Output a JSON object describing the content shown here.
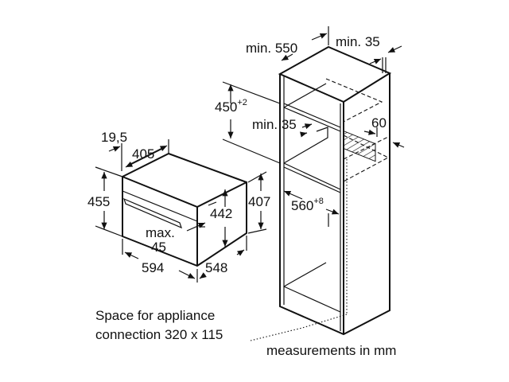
{
  "oven": {
    "depth_offset": "19,5",
    "depth_top": "405",
    "height": "455",
    "inner_height": "442",
    "side_height": "407",
    "door_label_1": "max.",
    "door_label_2": "45",
    "width": "594",
    "depth": "548"
  },
  "cabinet": {
    "min_depth": "min. 550",
    "min_wall_gap": "min. 35",
    "niche_height": "450",
    "niche_height_tol": "+2",
    "min_shelf_gap": "min. 35",
    "vent": "60",
    "niche_width": "560",
    "niche_width_tol": "+8"
  },
  "notes": {
    "connection_line1": "Space for appliance",
    "connection_line2": "connection 320 x 115",
    "units": "measurements in mm"
  }
}
